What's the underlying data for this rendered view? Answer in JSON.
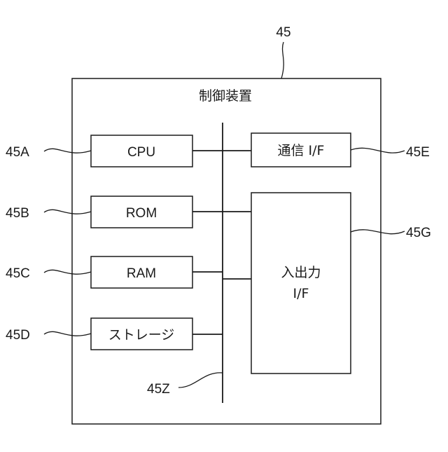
{
  "figure": {
    "device_ref": "45",
    "device_label": "制御装置",
    "bus_ref": "45Z",
    "components": {
      "cpu": {
        "label": "CPU",
        "ref": "45A"
      },
      "rom": {
        "label": "ROM",
        "ref": "45B"
      },
      "ram": {
        "label": "RAM",
        "ref": "45C"
      },
      "storage": {
        "label": "ストレージ",
        "ref": "45D"
      },
      "comm_if": {
        "label": "通信 I/F",
        "ref": "45E"
      },
      "io_if": {
        "label_line1": "入出力",
        "label_line2": "I/F",
        "ref": "45G"
      }
    }
  }
}
